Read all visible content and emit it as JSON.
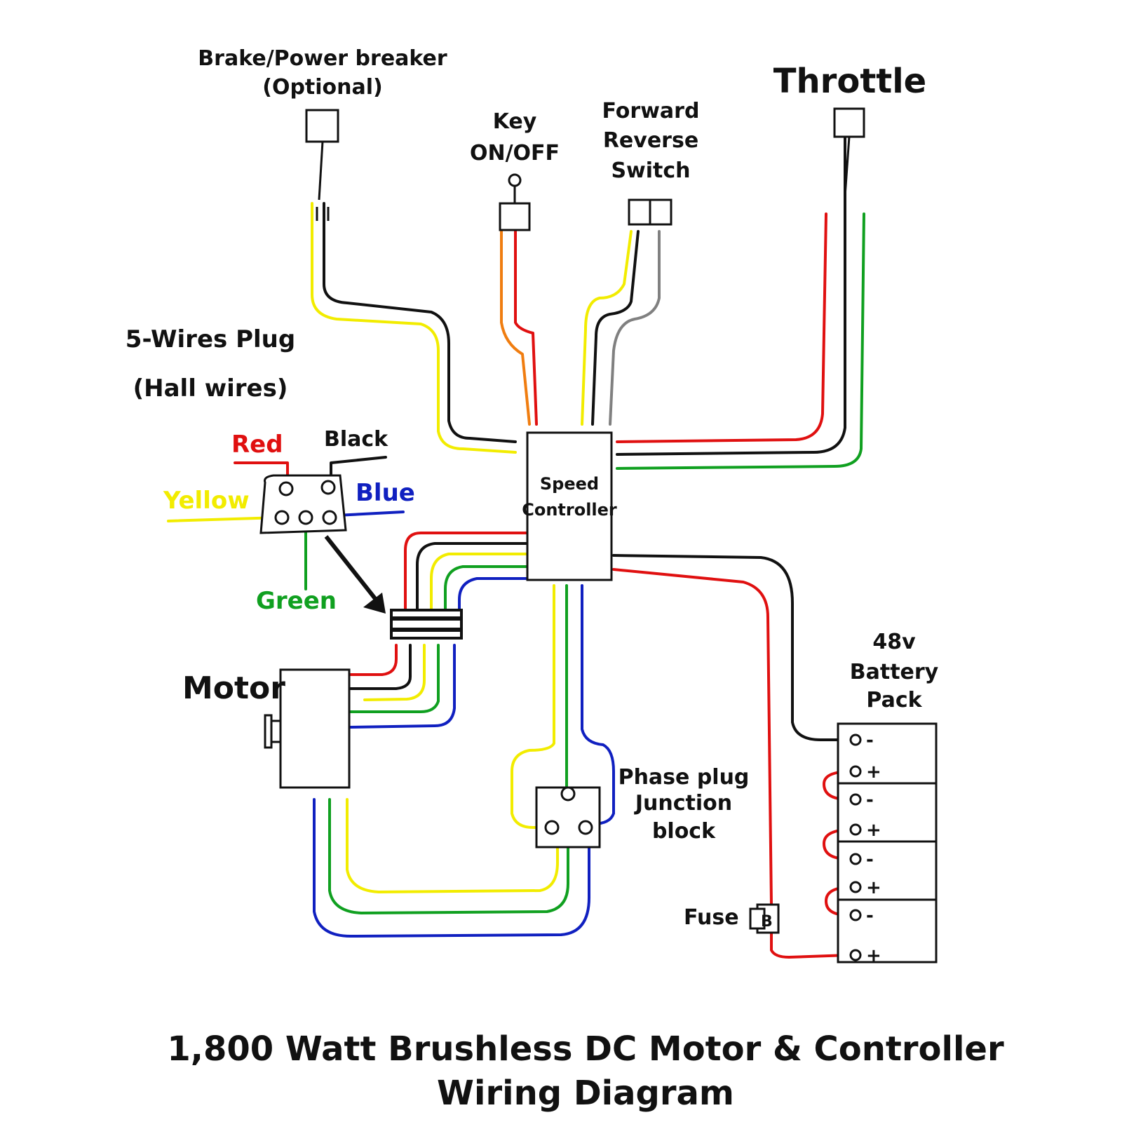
{
  "title": {
    "line1": "1,800 Watt Brushless DC Motor & Controller",
    "line2": "Wiring Diagram"
  },
  "labels": {
    "brake_line1": "Brake/Power breaker",
    "brake_line2": "(Optional)",
    "key_line1": "Key",
    "key_line2": "ON/OFF",
    "fr_line1": "Forward",
    "fr_line2": "Reverse",
    "fr_line3": "Switch",
    "throttle": "Throttle",
    "hall_line1": "5-Wires Plug",
    "hall_line2": "(Hall wires)",
    "red": "Red",
    "black": "Black",
    "yellow": "Yellow",
    "blue": "Blue",
    "green": "Green",
    "speed_line1": "Speed",
    "speed_line2": "Controller",
    "motor": "Motor",
    "phase_line1": "Phase plug",
    "phase_line2": "Junction",
    "phase_line3": "block",
    "battery_line1": "48v",
    "battery_line2": "Battery",
    "battery_line3": "Pack",
    "fuse": "Fuse",
    "fuse_mark": "B"
  },
  "battery_terminals": [
    "-",
    "+",
    "-",
    "+",
    "-",
    "+",
    "-",
    "+"
  ],
  "colors": {
    "red": "#e01010",
    "black": "#111111",
    "yellow": "#f2ec00",
    "blue": "#1020c0",
    "green": "#10a020",
    "orange": "#f07d10",
    "gray": "#808080"
  },
  "icons": {
    "hall_plug": "five-pin-connector-icon",
    "phase_block": "three-pin-junction-icon",
    "fuse": "fuse-icon"
  }
}
